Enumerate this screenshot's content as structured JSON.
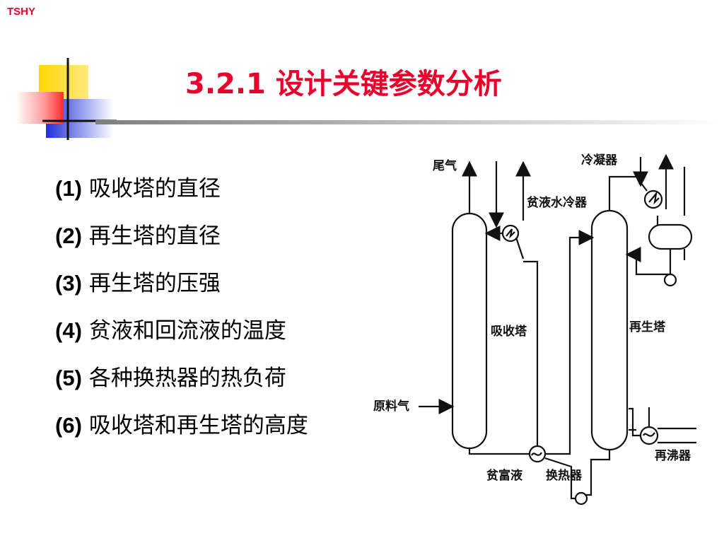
{
  "brand": "TSHY",
  "title": "3.2.1 设计关键参数分析",
  "items": [
    {
      "num": "(1)",
      "text": "吸收塔的直径"
    },
    {
      "num": "(2)",
      "text": "再生塔的直径"
    },
    {
      "num": "(3)",
      "text": "再生塔的压强"
    },
    {
      "num": "(4)",
      "text": "贫液和回流液的温度"
    },
    {
      "num": "(5)",
      "text": "各种换热器的热负荷"
    },
    {
      "num": "(6)",
      "text": "吸收塔和再生塔的高度"
    }
  ],
  "diagram": {
    "labels": {
      "tail_gas": "尾气",
      "condenser": "冷凝器",
      "lean_cooler": "贫液水冷器",
      "absorber": "吸收塔",
      "regenerator": "再生塔",
      "feed_gas": "原料气",
      "reboiler": "再沸器",
      "lean_rich": "贫富液",
      "heat_exchanger": "换热器"
    }
  },
  "colors": {
    "accent_red": "#e8002a",
    "deco_yellow": "#ffd700",
    "deco_blue": "#1f2fd6"
  }
}
